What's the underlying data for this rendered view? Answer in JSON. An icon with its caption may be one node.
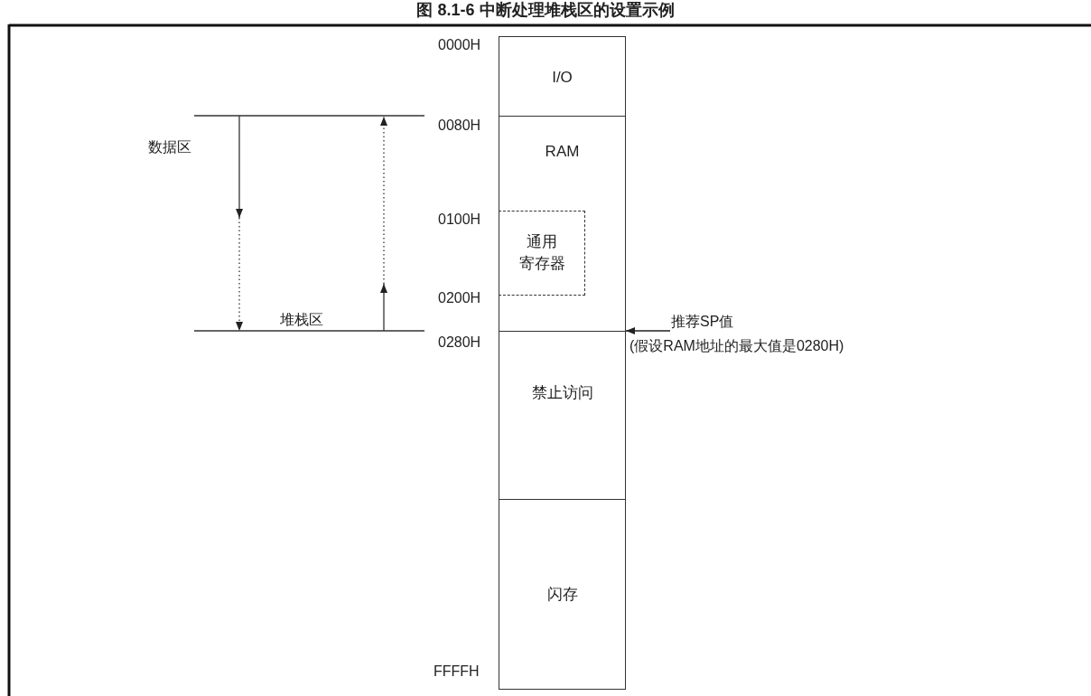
{
  "diagram": {
    "title": "图 8.1-6 中断处理堆栈区的设置示例",
    "nodes": [
      {
        "text": [
          "I/O"
        ]
      },
      {
        "text": [
          "RAM"
        ]
      },
      {
        "text": [
          "通用寄存器"
        ],
        "in": 1
      },
      {
        "text": [
          "禁止访问"
        ]
      },
      {
        "text": [
          "闪存"
        ]
      },
      {
        "text": [
          "推荐SP值"
        ],
        "beside": [
          "(假设RAM地址的最大值是0280H)"
        ]
      }
    ],
    "edges": [
      {
        "from": 5,
        "to": 1,
        "arrow": "to"
      }
    ],
    "labels": [
      "0000H",
      "0080H",
      "数据区",
      "0100H",
      "0200H",
      "堆栈区",
      "0280H",
      "FFFFH"
    ]
  }
}
